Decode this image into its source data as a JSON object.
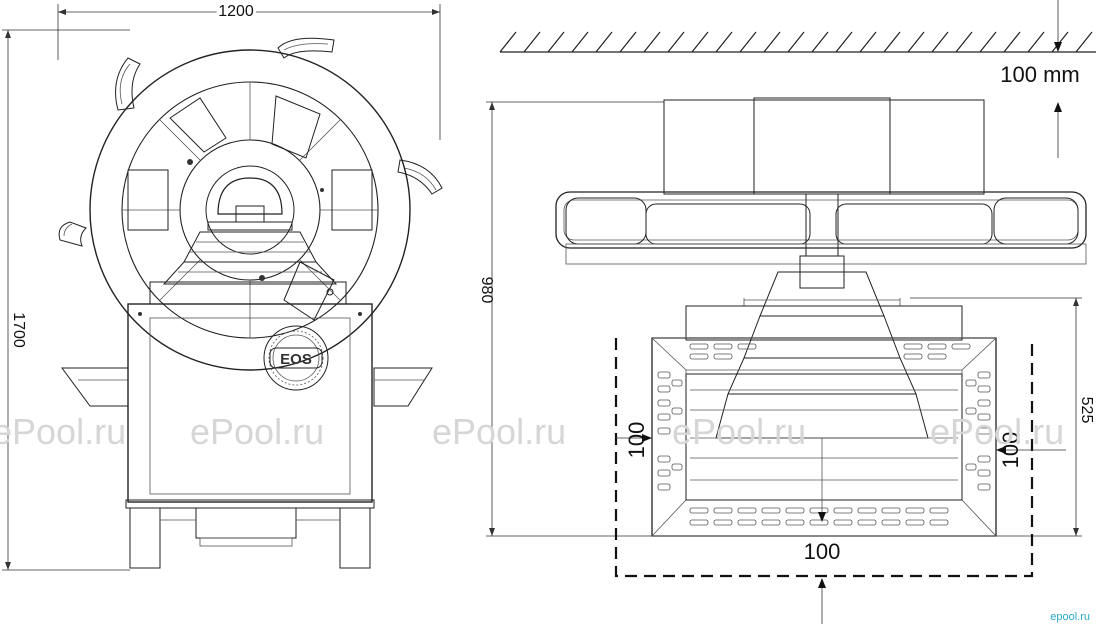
{
  "left_view": {
    "width_label": "1200",
    "height_label": "1700",
    "brand": "EOS"
  },
  "right_view": {
    "clearance_top": "100 mm",
    "height_label": "980",
    "side_height_label": "525",
    "clearance_left": "100",
    "clearance_right": "100",
    "clearance_bottom": "100"
  },
  "watermarks": [
    "ePool.ru",
    "ePool.ru",
    "ePool.ru",
    "ePool.ru",
    "ePool.ru"
  ],
  "corner_logo": "epool.ru",
  "colors": {
    "line": "#222222",
    "watermark": "#d6d6d6",
    "logo": "#2aa9c9"
  }
}
